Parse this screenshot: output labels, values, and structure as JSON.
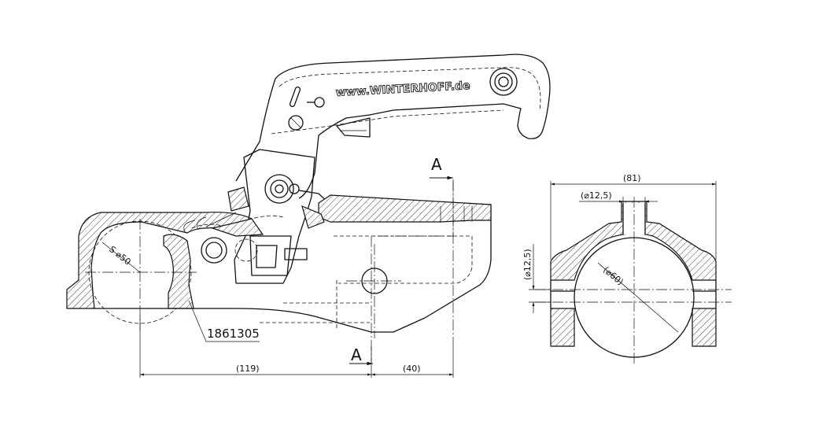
{
  "labels": {
    "brand": "www.WINTERHOFF.de",
    "part_number": "1861305",
    "section_top": "A",
    "section_bottom": "A"
  },
  "dimensions": {
    "length_119": "(119)",
    "length_40": "(40)",
    "width_81": "(81)",
    "hole_12_5": "(⌀12,5)",
    "vertical_12_5": "(⌀12,5)",
    "ball_60": "(⌀60)",
    "sphere_50": "S ⌀50"
  }
}
